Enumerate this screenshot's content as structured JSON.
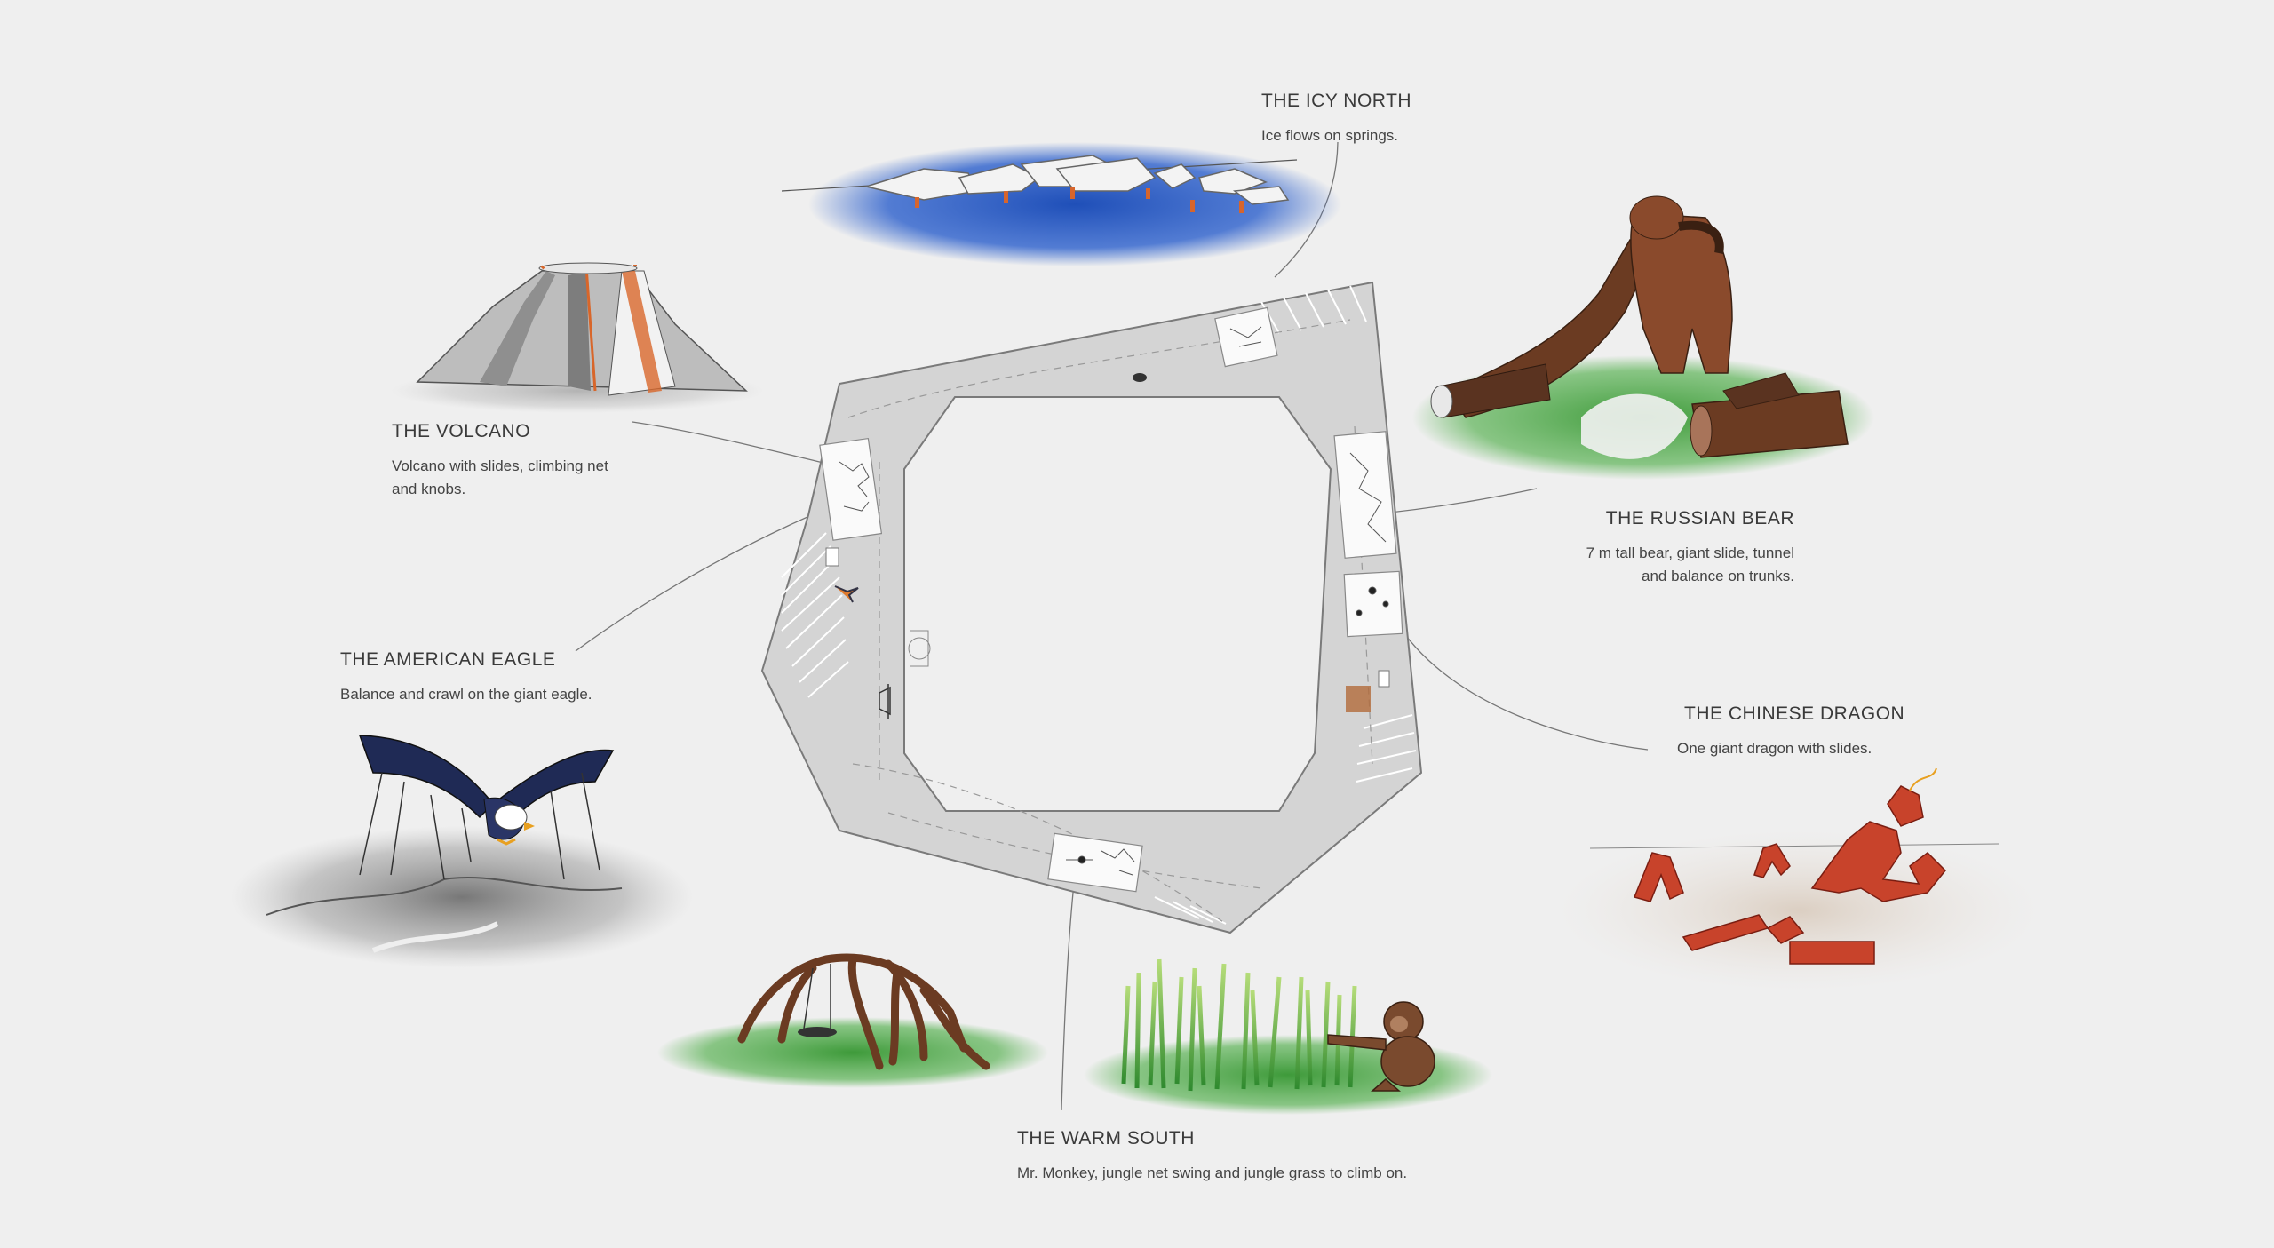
{
  "zones": {
    "icy_north": {
      "title": "THE ICY NORTH",
      "desc": "Ice flows on springs."
    },
    "volcano": {
      "title": "THE VOLCANO",
      "desc_line1": "Volcano with slides, climbing net",
      "desc_line2": "and knobs."
    },
    "american_eagle": {
      "title": "THE AMERICAN EAGLE",
      "desc": "Balance and crawl on the giant eagle."
    },
    "russian_bear": {
      "title": "THE RUSSIAN BEAR",
      "desc_line1": "7 m tall bear, giant slide, tunnel",
      "desc_line2": "and  balance on trunks."
    },
    "chinese_dragon": {
      "title": "THE CHINESE DRAGON",
      "desc": "One giant dragon with slides."
    },
    "warm_south": {
      "title": "THE WARM SOUTH",
      "desc": "Mr. Monkey, jungle net swing and jungle grass to climb on."
    }
  },
  "colors": {
    "background": "#efefef",
    "plan_fill": "#d4d4d4",
    "ice_blue": "#1f4fb8",
    "grass_green": "#3e9a3a",
    "bear_brown": "#6b3b22",
    "dragon_red": "#c8432b",
    "volcano_orange": "#d8662a",
    "eagle_navy": "#1f2a55"
  }
}
